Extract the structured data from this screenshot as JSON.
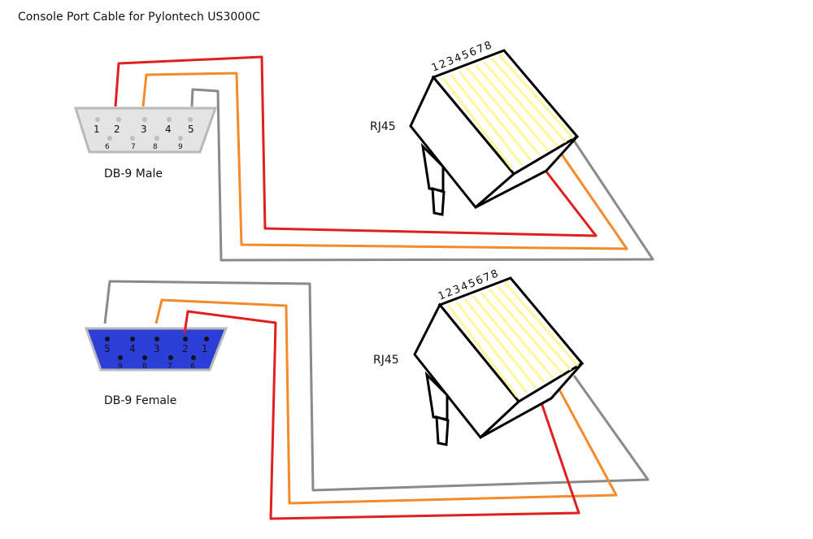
{
  "title": "Console Port Cable for Pylontech US3000C",
  "top": {
    "connector_label": "DB-9 Male",
    "rj45_label": "RJ45",
    "pins_row1": [
      "1",
      "2",
      "3",
      "4",
      "5"
    ],
    "pins_row2": [
      "6",
      "7",
      "8",
      "9"
    ]
  },
  "bottom": {
    "connector_label": "DB-9 Female",
    "rj45_label": "RJ45",
    "pins_row1": [
      "5",
      "4",
      "3",
      "2",
      "1"
    ],
    "pins_row2": [
      "9",
      "8",
      "7",
      "6"
    ]
  },
  "rj45_pins": [
    "1",
    "2",
    "3",
    "4",
    "5",
    "6",
    "7",
    "8"
  ],
  "colors": {
    "red": "#e02020",
    "orange": "#f58a2a",
    "gray": "#8a8a8a",
    "db9_male_fill": "#e4e4e4",
    "db9_female_fill": "#2b3fd6",
    "rj45_contacts": "#fff79a"
  }
}
